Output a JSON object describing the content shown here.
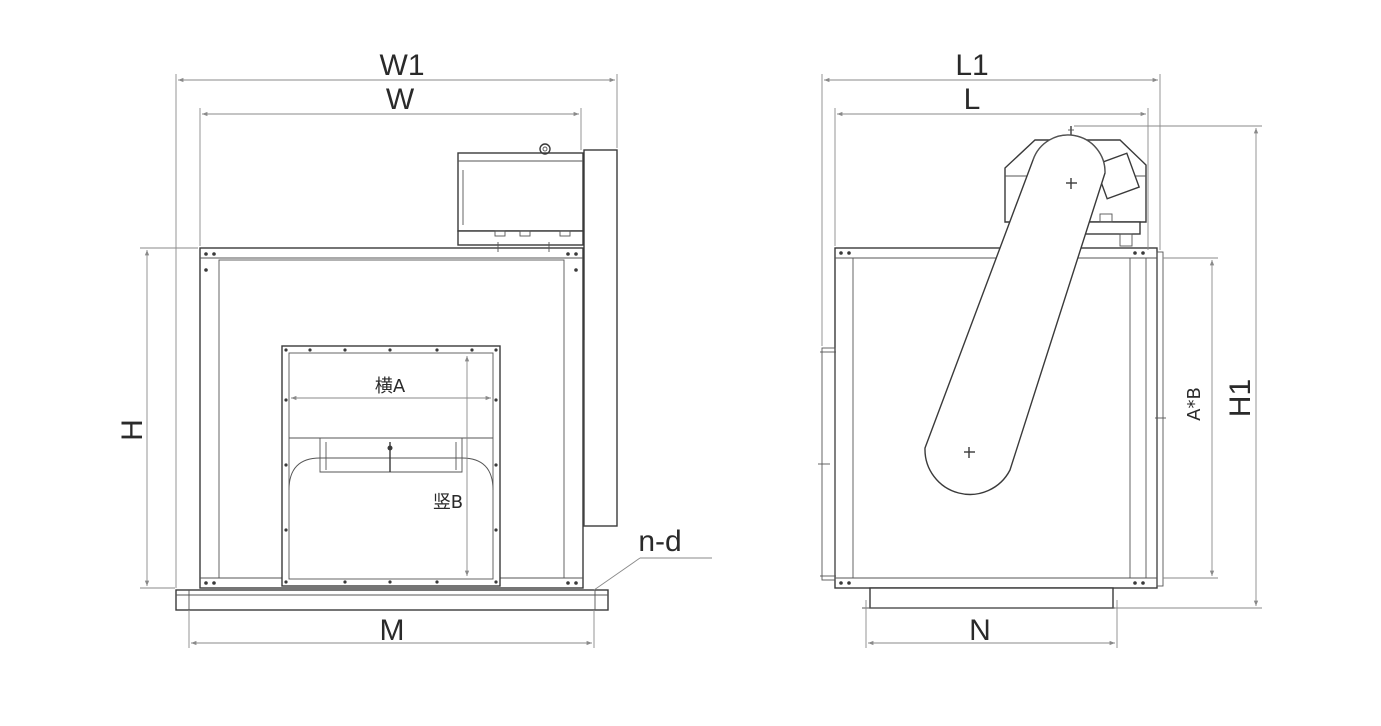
{
  "labels": {
    "w1": "W1",
    "w": "W",
    "h": "H",
    "m": "M",
    "nd": "n-d",
    "horizontal_a": "横A",
    "vertical_b": "竖B",
    "l1": "L1",
    "l": "L",
    "h1": "H1",
    "n": "N",
    "axb": "A*B"
  },
  "colors": {
    "outline": "#3a3a3a",
    "dimension": "#8a8a8a",
    "text": "#2a2a2a"
  }
}
